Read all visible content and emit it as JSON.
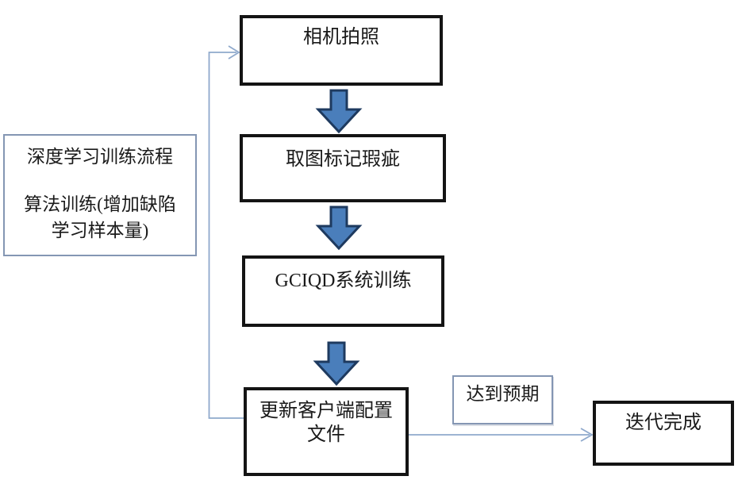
{
  "nodes": {
    "camera": {
      "label": "相机拍照"
    },
    "mark_defects": {
      "label": "取图标记瑕疵"
    },
    "system_training": {
      "label": "GCIQD系统训练"
    },
    "update_config": {
      "lines": [
        "更新客户端配置",
        "文件"
      ]
    },
    "expectation": {
      "label": "达到预期"
    },
    "done": {
      "label": "迭代完成"
    },
    "side_note": {
      "lines": [
        "深度学习训练流程",
        "算法训练(增加缺陷",
        "学习样本量)"
      ]
    }
  },
  "colors": {
    "background": "#ffffff",
    "box_border_black": "#141414",
    "thin_box_border": "#8496b3",
    "block_arrow_fill": "#4a7ebb",
    "block_arrow_outline": "#1e3a5f",
    "connector_line": "#8fa9cc"
  }
}
